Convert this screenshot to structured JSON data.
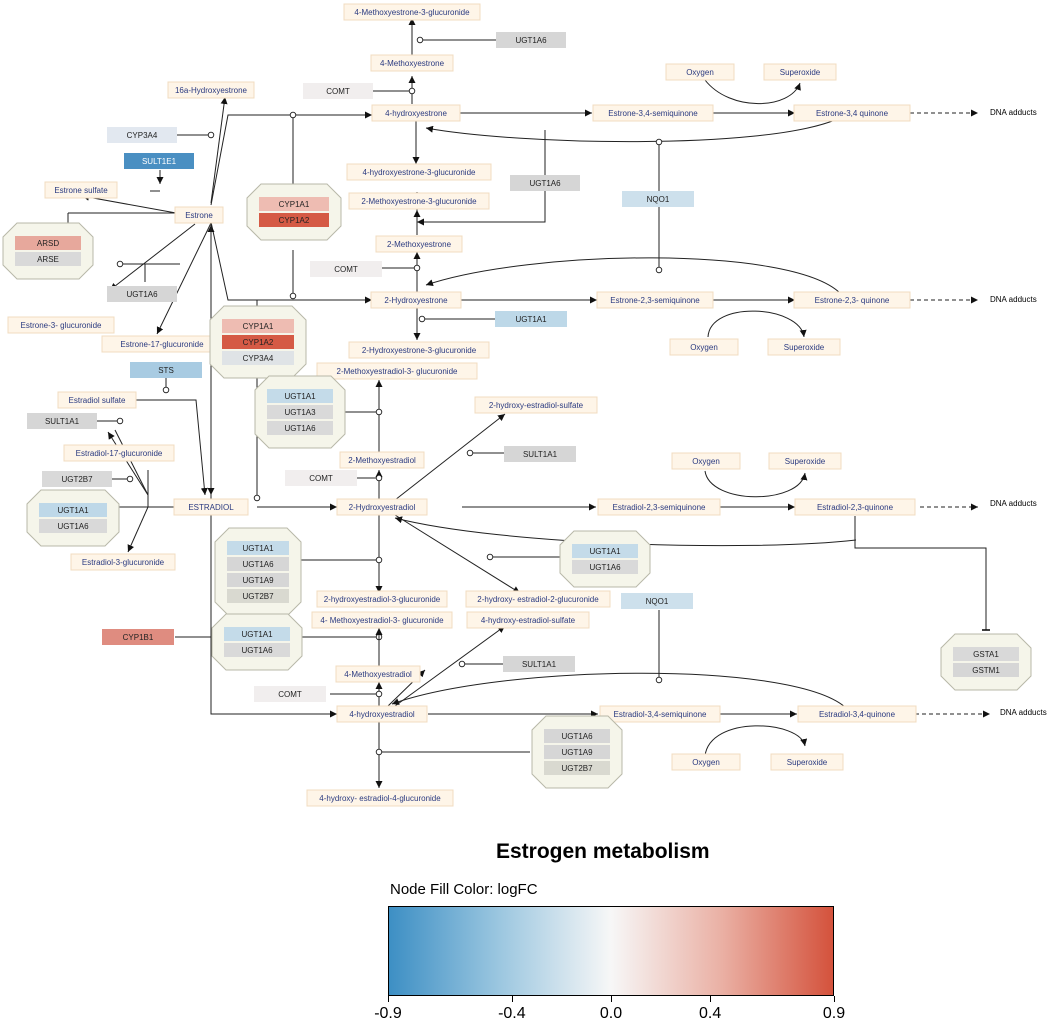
{
  "title": "Estrogen metabolism",
  "legend": {
    "label": "Node Fill Color:  logFC",
    "ticks": [
      "-0.9",
      "-0.4",
      "0.0",
      "0.4",
      "0.9"
    ],
    "tick_values": [
      -0.9,
      -0.4,
      0.0,
      0.4,
      0.9
    ],
    "colors": {
      "negative": "#3d8fc4",
      "neutral": "#f7f7f7",
      "positive": "#d4523c"
    }
  },
  "metabolites": {
    "4m3g": "4-Methoxyestrone-3-glucuronide",
    "4me": "4-Methoxyestrone",
    "16a": "16a-Hydroxyestrone",
    "4he": "4-hydroxyestrone",
    "sq34e": "Estrone-3,4-semiquinone",
    "q34e": "Estrone-3,4 quinone",
    "ox1": "Oxygen",
    "sup1": "Superoxide",
    "es": "Estrone sulfate",
    "estrone": "Estrone",
    "4he3g": "4-hydroxyestrone-3-glucuronide",
    "2me3g": "2-Methoxyestrone-3-glucuronide",
    "2me": "2-Methoxyestrone",
    "2he": "2-Hydroxyestrone",
    "sq23e": "Estrone-2,3-semiquinone",
    "q23e": "Estrone-2,3- quinone",
    "e3g": "Estrone-3- glucuronide",
    "e17g": "Estrone-17-glucuronide",
    "2he3g": "2-Hydroxyestrone-3-glucuronide",
    "ox2": "Oxygen",
    "sup2": "Superoxide",
    "2med3g": "2-Methoxyestradiol-3- glucuronide",
    "ed_s": "Estradiol sulfate",
    "2heds": "2-hydroxy-estradiol-sulfate",
    "ed17g": "Estradiol-17-glucuronide",
    "2med": "2-Methoxyestradiol",
    "ox3": "Oxygen",
    "sup3": "Superoxide",
    "estradiol": "ESTRADIOL",
    "2hed": "2-Hydroxyestradiol",
    "sq23ed": "Estradiol-2,3-semiquinone",
    "q23ed": "Estradiol-2,3-quinone",
    "ed3g": "Estradiol-3-glucuronide",
    "2hed3g": "2-hydroxyestradiol-3-glucuronide",
    "2hed2g": "2-hydroxy- estradiol-2-glucuronide",
    "4med3g": "4- Methoxyestradiol-3- glucuronide",
    "4heds": "4-hydroxy-estradiol-sulfate",
    "4med": "4-Methoxyestradiol",
    "4hed": "4-hydroxyestradiol",
    "sq34ed": "Estradiol-3,4-semiquinone",
    "q34ed": "Estradiol-3,4-quinone",
    "ox4": "Oxygen",
    "sup4": "Superoxide",
    "4hed4g": "4-hydroxy- estradiol-4-glucuronide"
  },
  "genes": {
    "ugt1a6_top": "UGT1A6",
    "comt1": "COMT",
    "cyp3a4_a": "CYP3A4",
    "sult1e1": "SULT1E1",
    "ugt1a6_b": "UGT1A6",
    "nqo1_a": "NQO1",
    "comt2": "COMT",
    "ugt1a6_c": "UGT1A6",
    "ugt1a1_a": "UGT1A1",
    "sts": "STS",
    "sult1a1_a": "SULT1A1",
    "sult1a1_b": "SULT1A1",
    "comt3": "COMT",
    "ugt2b7_a": "UGT2B7",
    "nqo1_b": "NQO1",
    "cyp1b1": "CYP1B1",
    "sult1a1_c": "SULT1A1",
    "comt4": "COMT"
  },
  "complexes": {
    "arsd_arse": [
      "ARSD",
      "ARSE"
    ],
    "cyp1a1_1a2": [
      "CYP1A1",
      "CYP1A2"
    ],
    "cyp1a1_1a2_3a4": [
      "CYP1A1",
      "CYP1A2",
      "CYP3A4"
    ],
    "ugt1a1_1a3_1a6": [
      "UGT1A1",
      "UGT1A3",
      "UGT1A6"
    ],
    "ugt1a1_1a6_a": [
      "UGT1A1",
      "UGT1A6"
    ],
    "ugt1a1_1a6_1a9_2b7": [
      "UGT1A1",
      "UGT1A6",
      "UGT1A9",
      "UGT2B7"
    ],
    "ugt1a1_1a6_b": [
      "UGT1A1",
      "UGT1A6"
    ],
    "ugt1a1_1a6_c": [
      "UGT1A1",
      "UGT1A6"
    ],
    "gsta1_gstm1": [
      "GSTA1",
      "GSTM1"
    ],
    "ugt1a6_1a9_2b7": [
      "UGT1A6",
      "UGT1A9",
      "UGT2B7"
    ]
  },
  "dna_adducts": [
    "DNA adducts",
    "DNA adducts",
    "DNA adducts",
    "DNA adducts"
  ]
}
